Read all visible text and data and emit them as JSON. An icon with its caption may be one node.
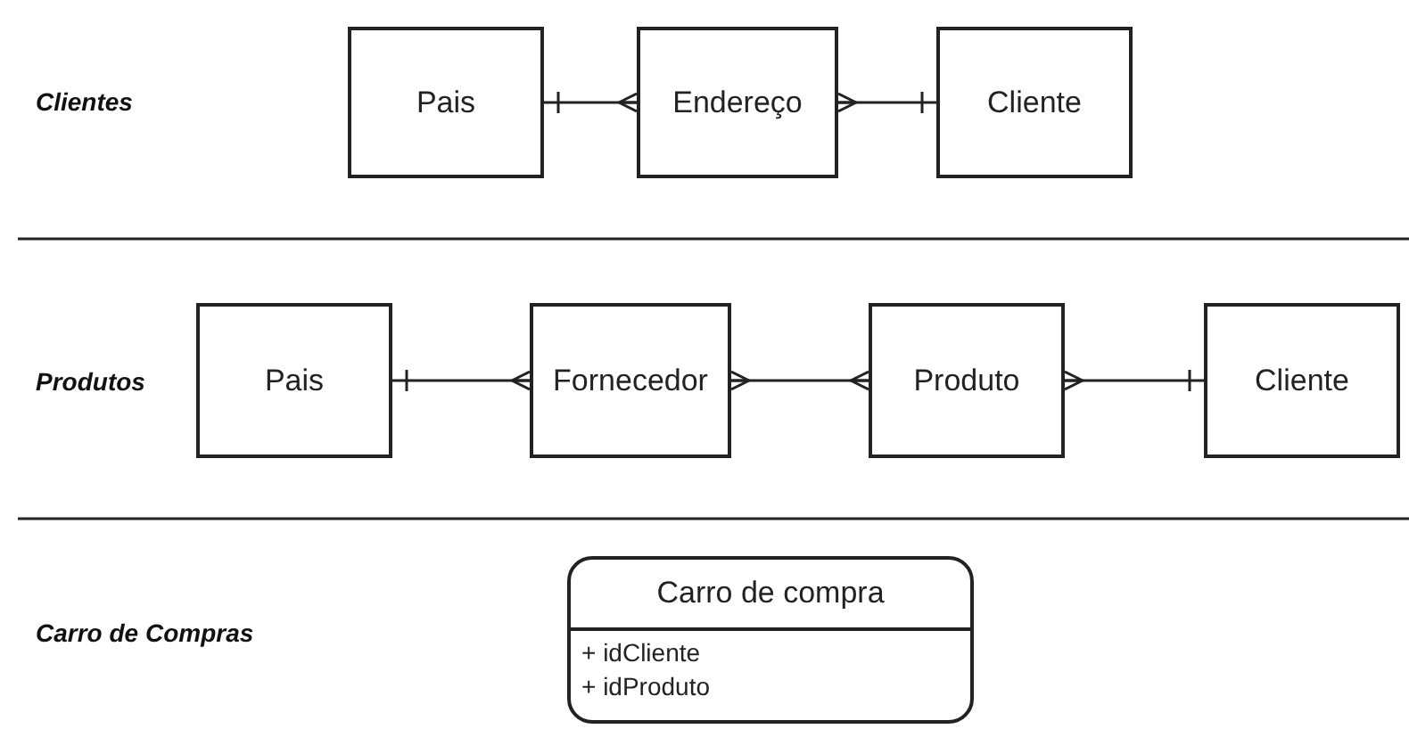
{
  "diagram": {
    "nodes": [
      {
        "text": [
          "Pais"
        ]
      },
      {
        "text": [
          "Endereço"
        ]
      },
      {
        "text": [
          "Cliente"
        ]
      },
      {
        "text": [
          "Pais"
        ]
      },
      {
        "text": [
          "Fornecedor"
        ]
      },
      {
        "text": [
          "Produto"
        ]
      },
      {
        "text": [
          "Cliente"
        ]
      },
      {
        "text": [
          "Carro de compra",
          "+ idCliente",
          "+ idProduto"
        ]
      }
    ],
    "edges": [
      {
        "from": 0,
        "to": 1,
        "arrow": "other"
      },
      {
        "from": 2,
        "to": 1,
        "arrow": "other"
      },
      {
        "from": 3,
        "to": 4,
        "arrow": "other"
      },
      {
        "from": 4,
        "to": 5,
        "arrow": "other"
      },
      {
        "from": 6,
        "to": 5,
        "arrow": "other"
      }
    ],
    "labels": [
      "Clientes",
      "Produtos",
      "Carro de Compras"
    ]
  }
}
